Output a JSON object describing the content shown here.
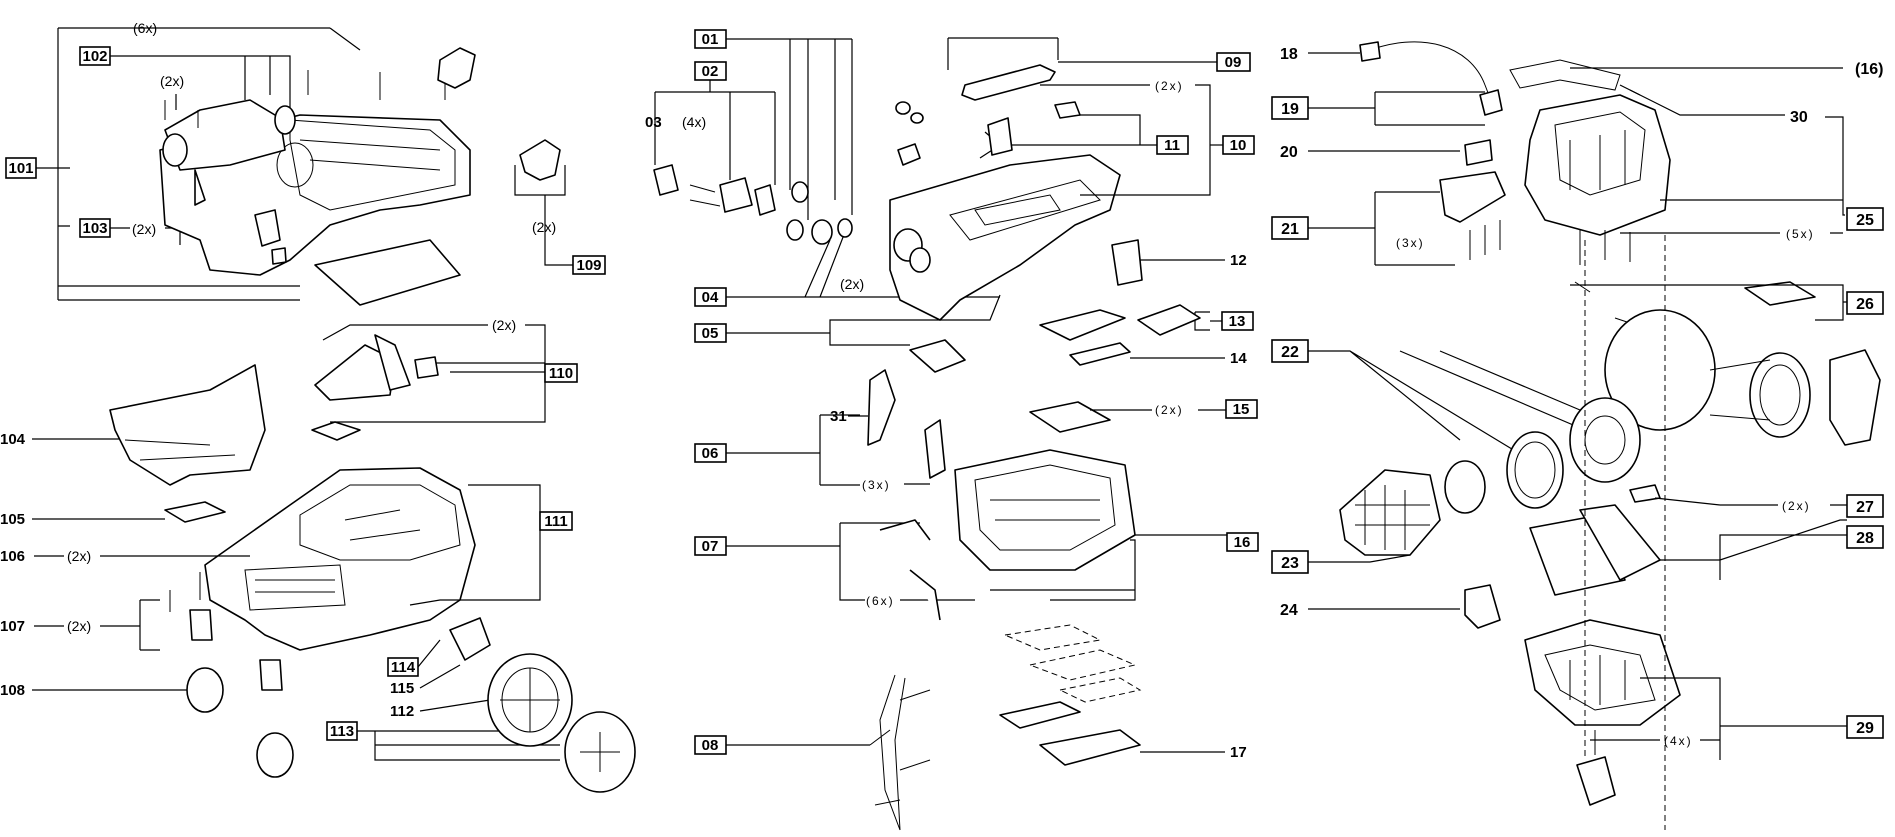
{
  "labels": {
    "l01": "01",
    "l02": "02",
    "l03": "03",
    "l04": "04",
    "l05": "05",
    "l06": "06",
    "l07": "07",
    "l08": "08",
    "l09": "09",
    "l10": "10",
    "l11": "11",
    "l12": "12",
    "l13": "13",
    "l14": "14",
    "l15": "15",
    "l16": "16",
    "l17": "17",
    "l18": "18",
    "l19": "19",
    "l20": "20",
    "l21": "21",
    "l22": "22",
    "l23": "23",
    "l24": "24",
    "l25": "25",
    "l26": "26",
    "l27": "27",
    "l28": "28",
    "l29": "29",
    "l30": "30",
    "l31": "31",
    "l16p": "(16)",
    "l101": "101",
    "l102": "102",
    "l103": "103",
    "l104": "104",
    "l105": "105",
    "l106": "106",
    "l107": "107",
    "l108": "108",
    "l109": "109",
    "l110": "110",
    "l111": "111",
    "l112": "112",
    "l113": "113",
    "l114": "114",
    "l115": "115"
  },
  "quantities": {
    "q6x": "(6x)",
    "q2x": "(2x)",
    "q4x": "(4x)",
    "q3x": "(3x)",
    "q5x": "(5x)"
  }
}
